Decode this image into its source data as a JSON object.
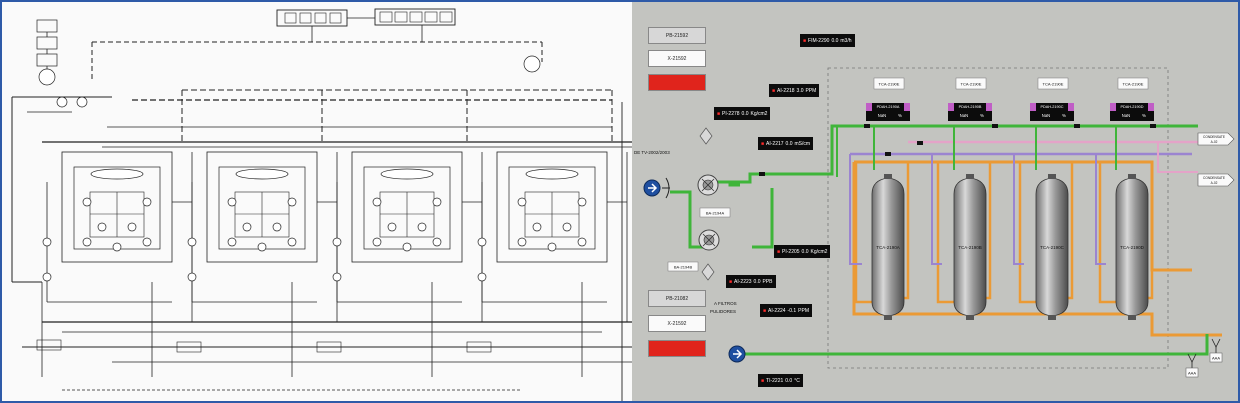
{
  "hmi": {
    "panels": [
      {
        "title": "PB-21592",
        "mode": "X-21592",
        "state": ""
      },
      {
        "title": "PB-21082",
        "mode": "X-21592",
        "state": ""
      }
    ],
    "tanks": [
      "TCA-2190A",
      "TCA-2190B",
      "TCA-2190C",
      "TCA-2190D"
    ],
    "tank_top_tags": [
      "TCA-2190E",
      "TCA-2190E",
      "TCA-2190E",
      "TCA-2190E"
    ],
    "pda_tags": [
      "PDAH-2190A",
      "PDAH-2190B",
      "PDAH-2190C",
      "PDAH-2190D"
    ],
    "pda_value": "NaN",
    "pda_unit": "%",
    "pumps": [
      "BA-2194A",
      "BA-2194B"
    ],
    "source_label": "DE TV-2002/2003",
    "filters_label": "A FILTROS PULIDORES",
    "outlet_labels": [
      "CONDENSATE A-02",
      "CONDENSATE A-02"
    ],
    "drain_labels": [
      "AAA",
      "AAA"
    ],
    "instruments": [
      {
        "tag": "FIM-2290",
        "value": "0.0",
        "unit": "m3/h"
      },
      {
        "tag": "AI-2218",
        "value": "3.0",
        "unit": "PPM"
      },
      {
        "tag": "PI-2278",
        "value": "0.0",
        "unit": "Kg/cm2"
      },
      {
        "tag": "AI-2217",
        "value": "0.0",
        "unit": "mS/cm"
      },
      {
        "tag": "PI-2205",
        "value": "0.0",
        "unit": "Kg/cm2"
      },
      {
        "tag": "AI-2223",
        "value": "0.0",
        "unit": "PPB"
      },
      {
        "tag": "AI-2224",
        "value": "-0.1",
        "unit": "PPM"
      },
      {
        "tag": "TI-2221",
        "value": "0.0",
        "unit": "°C"
      }
    ]
  },
  "colors": {
    "green": "#3fb53a",
    "orange": "#eb9a35",
    "pink": "#e4a3c8",
    "purple": "#9b84d0",
    "hmi_bg": "#c3c4c0",
    "frame": "#2e5aa8",
    "alarm_red": "#e0241c",
    "tag_bg": "#0c0c0c",
    "pump_blue": "#1f4fa0"
  }
}
